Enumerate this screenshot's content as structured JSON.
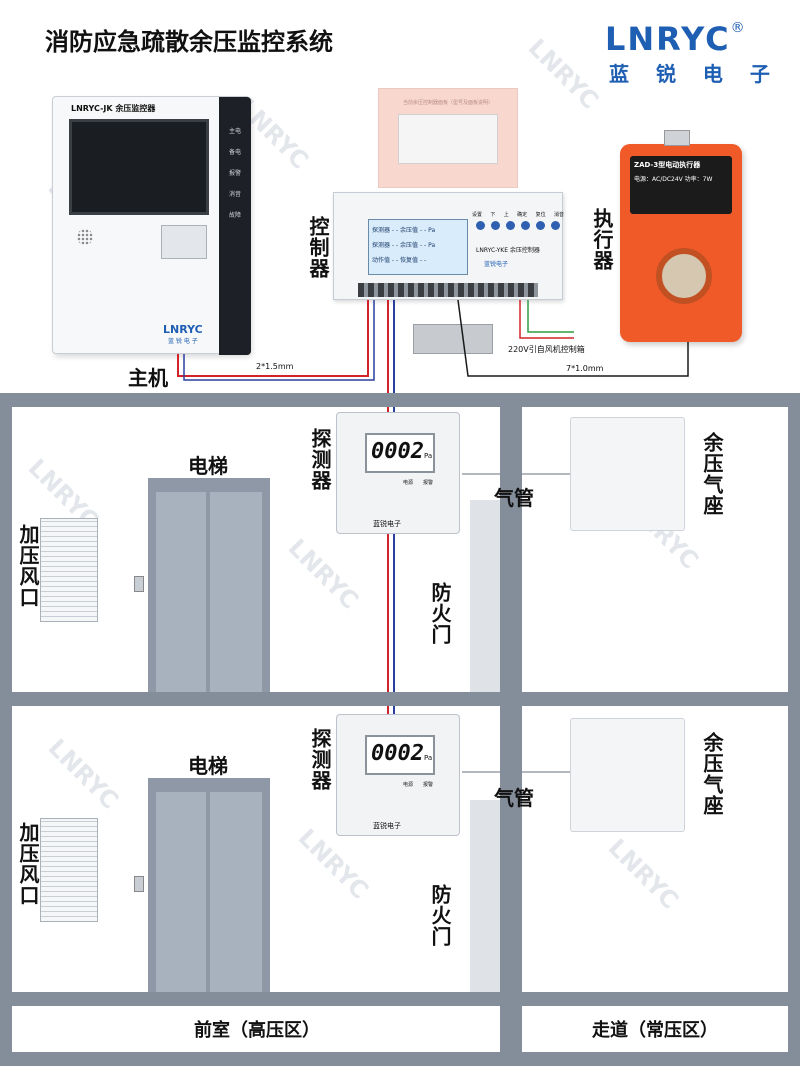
{
  "title": "消防应急疏散余压监控系统",
  "brand": {
    "name": "LNRYC",
    "subtitle": "蓝 锐 电 子",
    "reg": "®"
  },
  "host": {
    "model": "LNRYC-JK 余压监控器",
    "side_labels": [
      "主电",
      "备电",
      "报警",
      "消音",
      "故障"
    ],
    "logo": "LNRYC",
    "logo_sub": "蓝 锐 电 子",
    "label": "主机"
  },
  "controller": {
    "label": "控制器",
    "model": "LNRYC-YKE 余压控制器",
    "brand": "蓝锐电子",
    "buttons": [
      "设置",
      "下",
      "上",
      "确定",
      "复位",
      "消音"
    ],
    "lcd_rows": [
      "探测器 - - 余压值 - - Pa",
      "探测器 - - 余压值 - - Pa",
      "动作值 - -  恢复值 - -"
    ],
    "plate_top": "当前余压控制器面板（型号及面板说明）"
  },
  "actuator": {
    "label": "执行器",
    "title": "ZAD-3型电动执行器",
    "spec": "电源：AC/DC24V  功率：7W"
  },
  "wires": {
    "host_cable": "2*1.5mm",
    "actuator_cable": "7*1.0mm",
    "fan_cable": "220V引自风机控制箱"
  },
  "floors": [
    {
      "detector_label": "探测器",
      "detector_value": "0002",
      "detector_unit": "Pa",
      "detector_leds": [
        "电源",
        "报警"
      ],
      "detector_brand": "蓝锐电子",
      "elevator_label": "电梯",
      "vent_label": "加压风口",
      "pipe_label": "气管",
      "door_label": "防火门",
      "seat_label": "余压气座"
    },
    {
      "detector_label": "探测器",
      "detector_value": "0002",
      "detector_unit": "Pa",
      "detector_leds": [
        "电源",
        "报警"
      ],
      "detector_brand": "蓝锐电子",
      "elevator_label": "电梯",
      "vent_label": "加压风口",
      "pipe_label": "气管",
      "door_label": "防火门",
      "seat_label": "余压气座"
    }
  ],
  "zones": {
    "left": "前室（高压区）",
    "right": "走道（常压区）"
  },
  "colors": {
    "beam": "#848d9a",
    "brand_blue": "#1e5fb3",
    "actuator_orange": "#f05a28",
    "wire_red": "#d2232a",
    "wire_blue": "#2a3f9e",
    "wire_green": "#2f9e44"
  }
}
